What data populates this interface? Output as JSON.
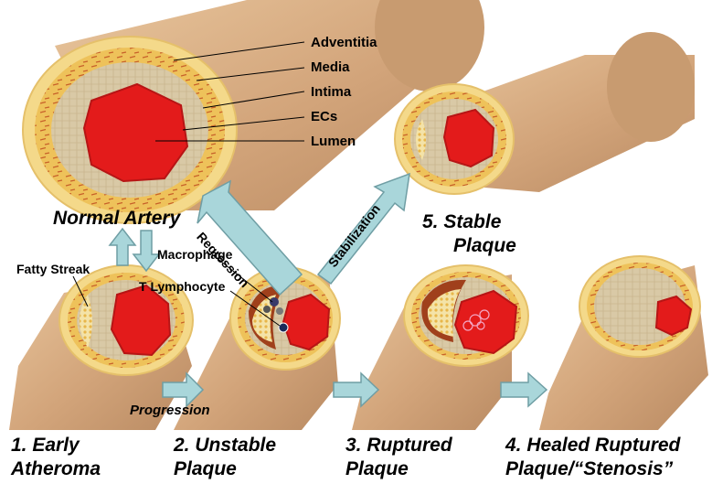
{
  "layers": [
    "Adventitia",
    "Media",
    "Intima",
    "ECs",
    "Lumen"
  ],
  "normal_label": "Normal Artery",
  "fatty_streak": "Fatty Streak",
  "macrophage": "Macrophage",
  "t_lymphocyte": "T Lymphocyte",
  "regression": "Regression",
  "stabilization": "Stabilization",
  "progression": "Progression",
  "stable_label": [
    "5. Stable",
    "Plaque"
  ],
  "stages": [
    {
      "line1": "1.  Early",
      "line2": "Atheroma"
    },
    {
      "line1": "2.  Unstable",
      "line2": "Plaque"
    },
    {
      "line1": "3.  Ruptured",
      "line2": "Plaque"
    },
    {
      "line1": "4. Healed Ruptured",
      "line2": "Plaque/“Stenosis”"
    }
  ],
  "colors": {
    "tube": "#d1a57c",
    "adventitia": "#f5dc8c",
    "media": "#eec25a",
    "intima": "#d8c8a8",
    "lumen": "#e02020",
    "arrow": "#a9d6da",
    "lipid": "#a0401c"
  }
}
